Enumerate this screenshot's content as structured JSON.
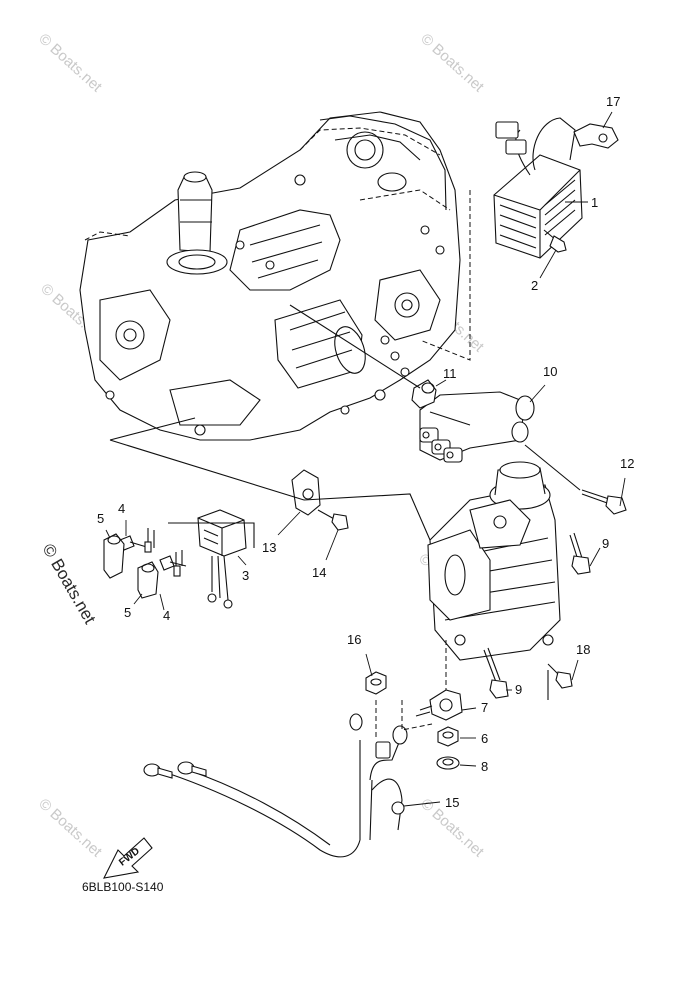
{
  "watermark": "© Boats.net",
  "diagram_code": "6BLB100-S140",
  "fwd_label": "FWD",
  "callouts": [
    "1",
    "2",
    "3",
    "4",
    "4",
    "5",
    "5",
    "6",
    "7",
    "8",
    "9",
    "9",
    "10",
    "11",
    "12",
    "13",
    "14",
    "15",
    "16",
    "17",
    "18"
  ]
}
